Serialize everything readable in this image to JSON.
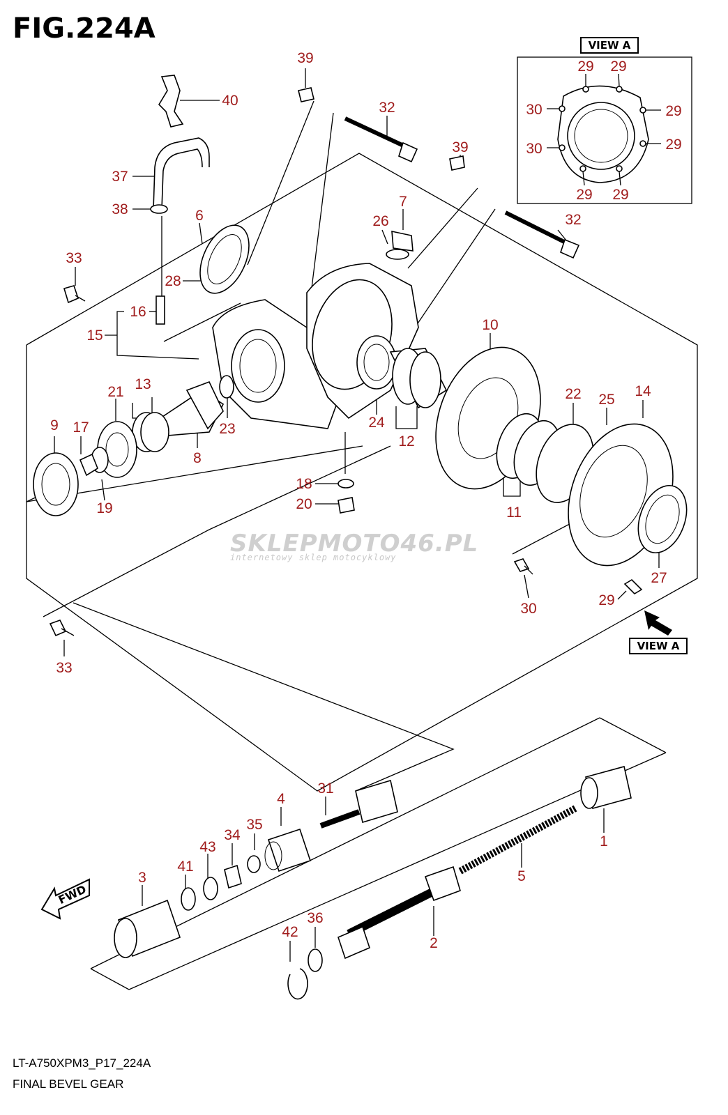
{
  "figure": {
    "title": "FIG.224A",
    "code": "LT-A750XPM3_P17_224A",
    "name": "FINAL BEVEL GEAR"
  },
  "view_label": "VIEW A",
  "watermark": {
    "main": "SKLEPMOTO46.PL",
    "sub": "internetowy sklep motocyklowy"
  },
  "fwd_label": "FWD",
  "callouts": [
    "39",
    "40",
    "32",
    "37",
    "38",
    "6",
    "39",
    "7",
    "26",
    "32",
    "33",
    "28",
    "16",
    "15",
    "10",
    "21",
    "13",
    "22",
    "25",
    "14",
    "9",
    "17",
    "23",
    "24",
    "12",
    "8",
    "18",
    "20",
    "19",
    "11",
    "30",
    "27",
    "29",
    "33",
    "31",
    "4",
    "35",
    "34",
    "43",
    "41",
    "3",
    "1",
    "5",
    "2",
    "36",
    "42"
  ],
  "view_a_callouts": [
    "29",
    "29",
    "30",
    "29",
    "30",
    "29",
    "29",
    "29"
  ],
  "colors": {
    "callout": "#a01d1d",
    "line": "#000000",
    "watermark": "#cfcfcf"
  }
}
